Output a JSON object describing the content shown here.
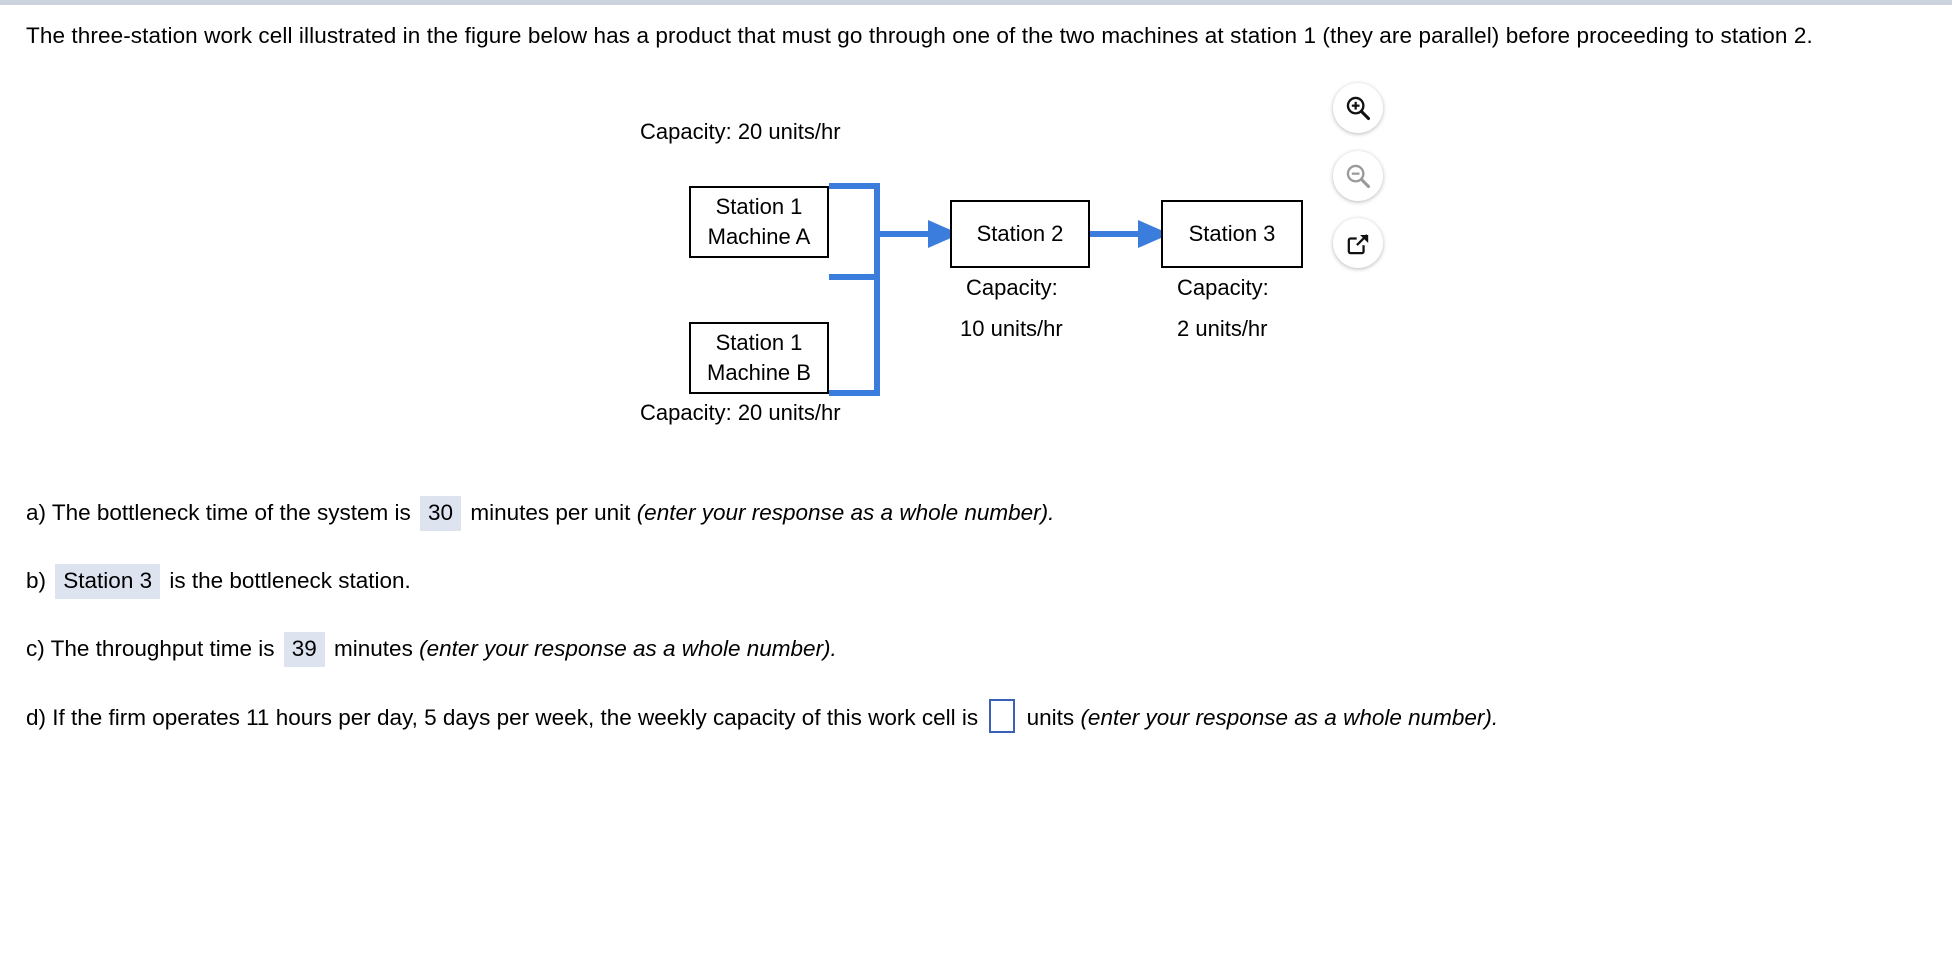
{
  "colors": {
    "arrow_blue": "#3b7ddd",
    "answer_highlight": "#dde3ef",
    "blank_border": "#3a61b8",
    "node_border": "#000000",
    "topbar": "#ccd2de"
  },
  "prompt": {
    "text": "The three-station work cell illustrated in the figure below has a product that must go through one of the two machines at station 1 (they are parallel) before proceeding to station 2."
  },
  "figure": {
    "machine_a_caption": "Capacity: 20 units/hr",
    "machine_b_caption": "Capacity: 20 units/hr",
    "nodes": [
      {
        "line1": "Station 1",
        "line2": "Machine A"
      },
      {
        "line1": "Station 1",
        "line2": "Machine B"
      },
      {
        "line1": "Station 2",
        "line2": ""
      },
      {
        "line1": "Station 3",
        "line2": ""
      }
    ],
    "station2_cap_line1": "Capacity:",
    "station2_cap_line2": "10 units/hr",
    "station3_cap_line1": "Capacity:",
    "station3_cap_line2": "2 units/hr"
  },
  "toolbar": {
    "zoom_in": "zoom-in",
    "zoom_out": "zoom-out",
    "open_popup": "open-in-new-window"
  },
  "answers": {
    "a": {
      "prefix": "a) The bottleneck time of the system is",
      "value": "30",
      "middle": "minutes per unit",
      "hint": "(enter your response as a whole number)."
    },
    "b": {
      "prefix": "b)",
      "value": "Station 3",
      "suffix": "is the bottleneck station."
    },
    "c": {
      "prefix": "c) The throughput time is",
      "value": "39",
      "middle": "minutes",
      "hint": "(enter your response as a whole number)."
    },
    "d": {
      "prefix": "d) If the firm operates 11 hours per day, 5 days per week, the weekly capacity of this work cell is",
      "value": "",
      "middle": "units",
      "hint": "(enter your response as a whole number)."
    }
  }
}
